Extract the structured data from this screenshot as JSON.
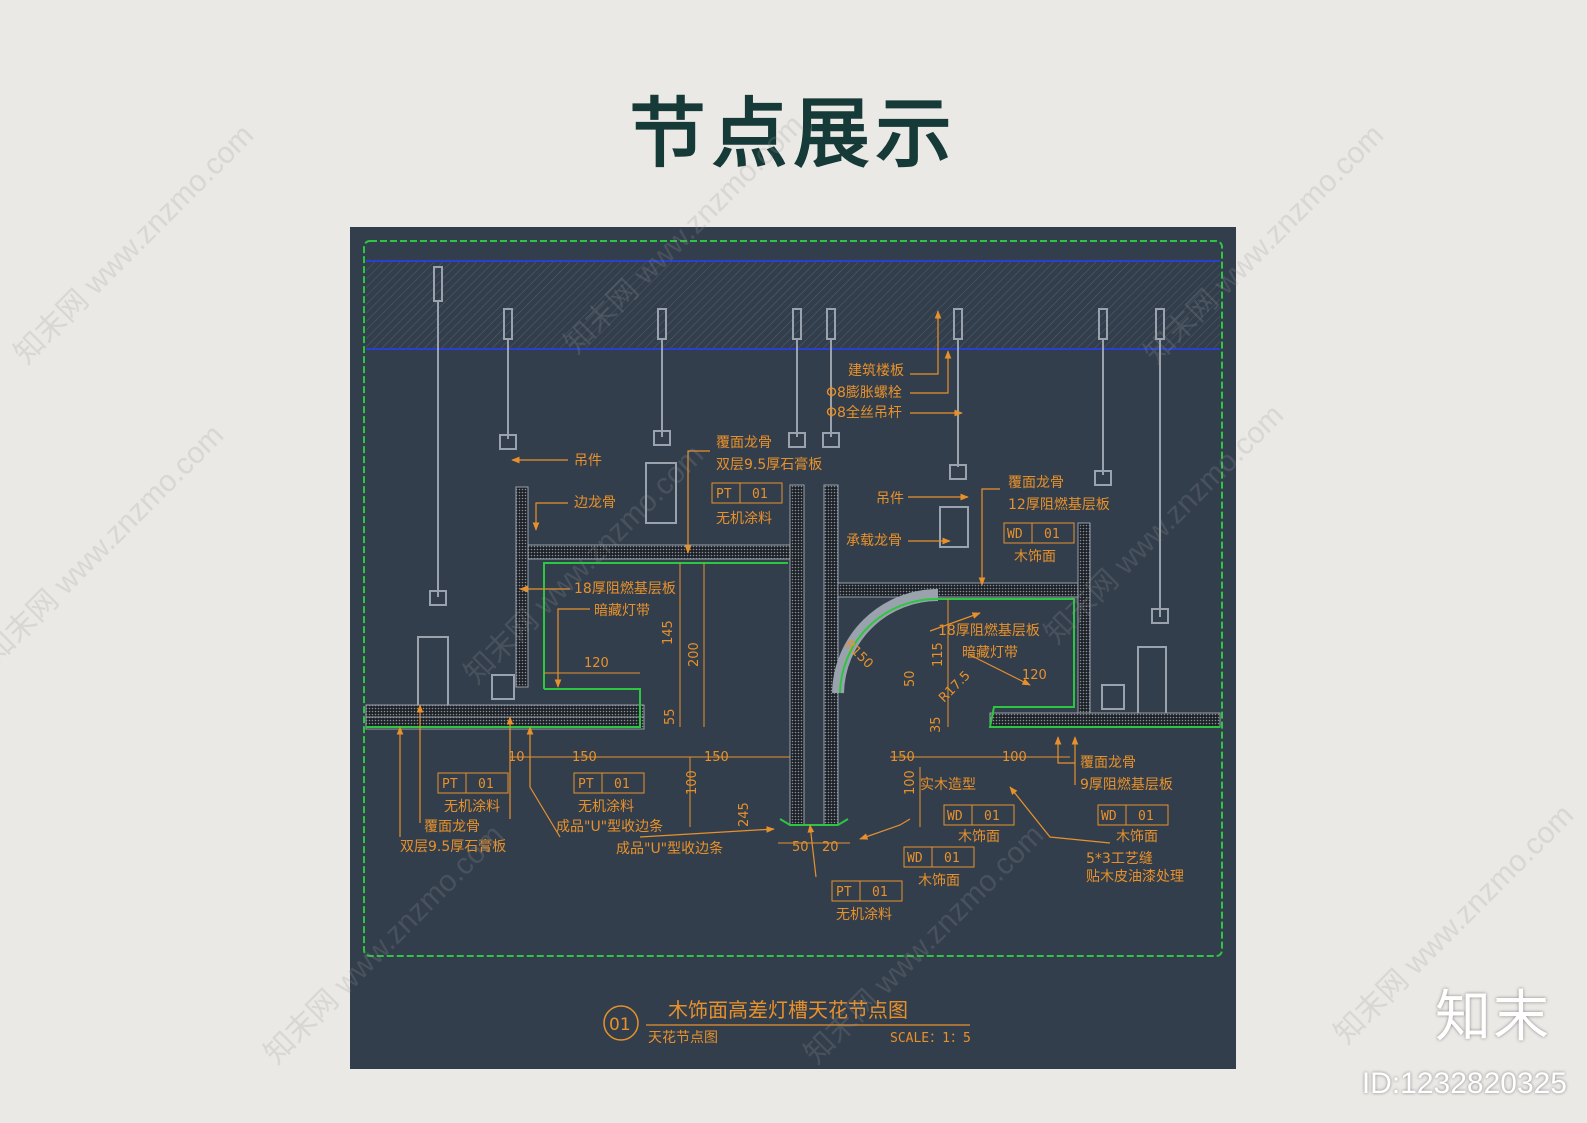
{
  "page": {
    "title": "节点展示"
  },
  "drawing": {
    "sheet_number": "01",
    "title": "木饰面高差灯槽天花节点图",
    "subtitle": "天花节点图",
    "scale": "SCALE：1：5",
    "labels": {
      "floor_slab": "建筑楼板",
      "expansion_bolt": "Φ8膨胀螺栓",
      "threaded_rod": "Φ8全丝吊杆",
      "hanger_left": "吊件",
      "edge_keel": "边龙骨",
      "cover_keel_top": "覆面龙骨",
      "gypsum_top": "双层9.5厚石膏板",
      "paint_top": "无机涂料",
      "board18_left": "18厚阻燃基层板",
      "led_left": "暗藏灯带",
      "hanger_right": "吊件",
      "cover_keel_right": "覆面龙骨",
      "board12_right": "12厚阻燃基层板",
      "main_keel": "承载龙骨",
      "veneer_top_right": "木饰面",
      "board18_right": "18厚阻燃基层板",
      "led_right": "暗藏灯带",
      "solid_wood": "实木造型",
      "cover_keel_br": "覆面龙骨",
      "board9_br": "9厚阻燃基层板",
      "veneer_br": "木饰面",
      "gap": "5*3工艺缝",
      "gap2": "贴木皮油漆处理",
      "veneer_mid": "木饰面",
      "veneer_low": "木饰面",
      "paint_bl": "无机涂料",
      "cover_keel_bl": "覆面龙骨",
      "gypsum_bl": "双层9.5厚石膏板",
      "paint_bm": "无机涂料",
      "u_trim_1": "成品\"U\"型收边条",
      "u_trim_2": "成品\"U\"型收边条",
      "paint_bottom": "无机涂料"
    },
    "tags": {
      "pt": "PT",
      "wd": "WD",
      "num": "01"
    },
    "dims": {
      "d145": "145",
      "d200": "200",
      "d120a": "120",
      "d55": "55",
      "d10": "10",
      "d150a": "150",
      "d150b": "150",
      "d100a": "100",
      "d245": "245",
      "d50": "50",
      "d20": "20",
      "r150": "R150",
      "r17": "R17.5",
      "d115": "115",
      "d50b": "50",
      "d120b": "120",
      "d35": "35",
      "d150c": "150",
      "d100b": "100",
      "d100c": "100"
    }
  },
  "watermark": {
    "text": "知末网 www.znzmo.com"
  },
  "brand": {
    "name": "知末",
    "id": "ID:1232820325"
  }
}
